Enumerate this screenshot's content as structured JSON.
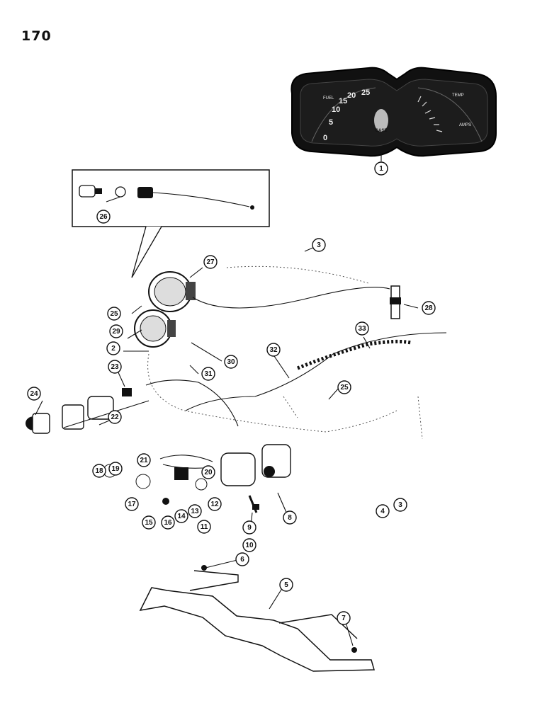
{
  "page": {
    "number": "170"
  },
  "instrument_cluster": {
    "speed_scale": [
      "0",
      "5",
      "10",
      "15",
      "20",
      "25"
    ],
    "brand_text": "CASE",
    "labels": [
      "TEMP",
      "AMPS",
      "FUEL"
    ]
  },
  "callouts": [
    {
      "id": "c1",
      "label": "1"
    },
    {
      "id": "c2",
      "label": "2"
    },
    {
      "id": "c3a",
      "label": "3"
    },
    {
      "id": "c3b",
      "label": "3"
    },
    {
      "id": "c4",
      "label": "4"
    },
    {
      "id": "c5",
      "label": "5"
    },
    {
      "id": "c6",
      "label": "6"
    },
    {
      "id": "c7",
      "label": "7"
    },
    {
      "id": "c8",
      "label": "8"
    },
    {
      "id": "c9",
      "label": "9"
    },
    {
      "id": "c10",
      "label": "10"
    },
    {
      "id": "c11",
      "label": "11"
    },
    {
      "id": "c12",
      "label": "12"
    },
    {
      "id": "c13",
      "label": "13"
    },
    {
      "id": "c14",
      "label": "14"
    },
    {
      "id": "c15",
      "label": "15"
    },
    {
      "id": "c16",
      "label": "16"
    },
    {
      "id": "c17",
      "label": "17"
    },
    {
      "id": "c18",
      "label": "18"
    },
    {
      "id": "c19",
      "label": "19"
    },
    {
      "id": "c20",
      "label": "20"
    },
    {
      "id": "c21",
      "label": "21"
    },
    {
      "id": "c22",
      "label": "22"
    },
    {
      "id": "c23",
      "label": "23"
    },
    {
      "id": "c24",
      "label": "24"
    },
    {
      "id": "c25a",
      "label": "25"
    },
    {
      "id": "c25b",
      "label": "25"
    },
    {
      "id": "c26",
      "label": "26"
    },
    {
      "id": "c27",
      "label": "27"
    },
    {
      "id": "c28",
      "label": "28"
    },
    {
      "id": "c29",
      "label": "29"
    },
    {
      "id": "c30",
      "label": "30"
    },
    {
      "id": "c31",
      "label": "31"
    },
    {
      "id": "c32",
      "label": "32"
    },
    {
      "id": "c33",
      "label": "33"
    }
  ]
}
